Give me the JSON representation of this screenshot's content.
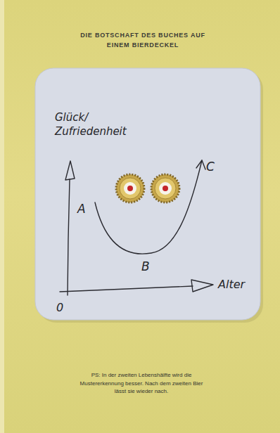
{
  "diagram": {
    "title": "DIE BOTSCHAFT DES BUCHES AUF EINEM BIERDECKEL",
    "caption": "PS: In der zweiten Lebenshälfte wird die Mustererkennung besser. Nach dem zweiten Bier lässt sie wieder nach.",
    "labels": [
      "Glück/ Zufriedenheit",
      "C",
      "A",
      "B",
      "Alter",
      "0"
    ]
  }
}
